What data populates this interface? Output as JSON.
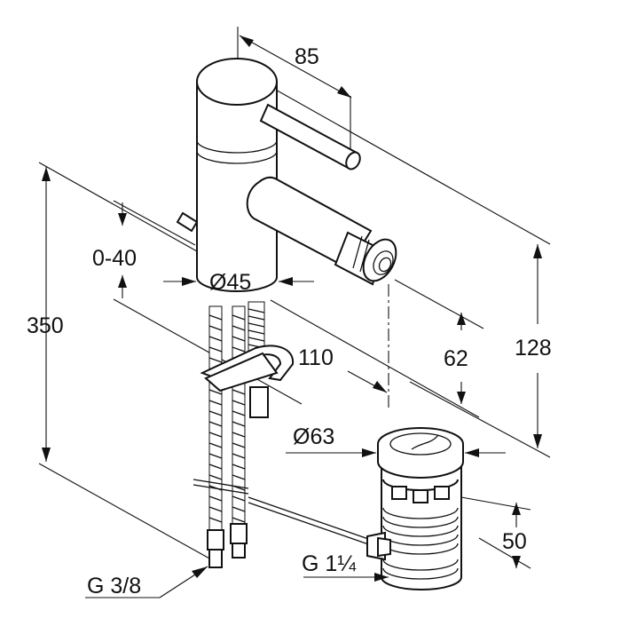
{
  "dimensions": {
    "spout_depth": "85",
    "total_height": "350",
    "lift_rod_range": "0-40",
    "body_diameter": "Ø45",
    "spout_reach": "110",
    "spout_outlet_height": "62",
    "lever_height": "128",
    "waste_diameter": "Ø63",
    "waste_height": "50",
    "hose_thread": "G 3/8",
    "waste_thread": "G 1¼"
  }
}
